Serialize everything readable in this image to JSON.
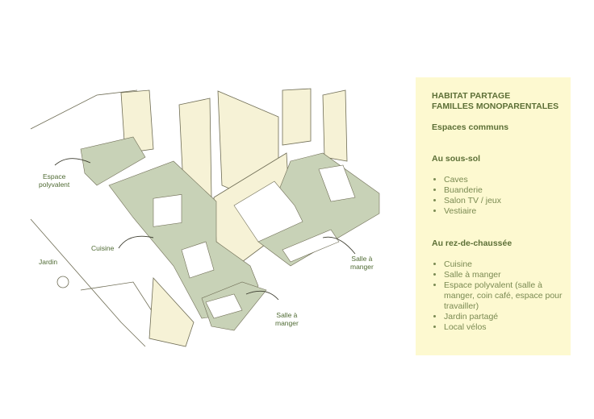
{
  "illustration": {
    "labels": {
      "espace_polyvalent_1": "Espace",
      "espace_polyvalent_2": "polyvalent",
      "cuisine": "Cuisine",
      "jardin": "Jardin",
      "salle_a_manger_right_1": "Salle à",
      "salle_a_manger_right_2": "manger",
      "salle_a_manger_bottom_1": "Salle à",
      "salle_a_manger_bottom_2": "manger"
    },
    "colors": {
      "floor": "#c8d2b7",
      "wall": "#f6f2d6",
      "line": "#6f6d55",
      "label": "#4f6a33"
    }
  },
  "panel": {
    "title_line1": "HABITAT PARTAGE",
    "title_line2": "FAMILLES MONOPARENTALES",
    "subtitle": "Espaces communs",
    "sections": [
      {
        "heading": "Au sous-sol",
        "items": [
          "Caves",
          "Buanderie",
          "Salon TV / jeux",
          "Vestiaire"
        ]
      },
      {
        "heading": "Au rez-de-chaussée",
        "items": [
          "Cuisine",
          "Salle à manger",
          "Espace polyvalent (salle à manger, coin café, espace pour travailler)",
          "Jardin partagé",
          "Local vélos"
        ]
      }
    ],
    "background": "#fdf9d0"
  }
}
